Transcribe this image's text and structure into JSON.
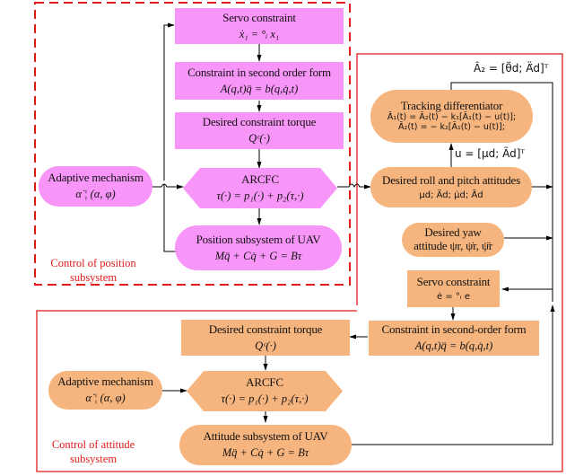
{
  "colors": {
    "position_fill": "#f895f8",
    "attitude_fill": "#f6b57e",
    "boundary_red": "#e21b1b",
    "line": "#000000"
  },
  "position_subsystem": {
    "group_label_line1": "Control of position",
    "group_label_line2": "subsystem",
    "servo_constraint": {
      "title": "Servo constraint",
      "formula": "ẋ₁ = °ᵢ x₁"
    },
    "second_order": {
      "title": "Constraint in second order form",
      "formula": "A(q,t)q̈ = b(q,q̇,t)"
    },
    "desired_torque": {
      "title": "Desired constraint torque",
      "formula": "Qᶜ(·)"
    },
    "arcfc": {
      "title": "ARCFC",
      "formula": "τ(·) = p₁(·) + p₂(τ,·)"
    },
    "plant": {
      "title": "Position subsystem of UAV",
      "formula": "Mq̈ + Cq̇ + G = Bτ"
    },
    "adaptive": {
      "title": "Adaptive mechanism",
      "formula": "α̇ ¦ (α, φ)"
    }
  },
  "middle_column": {
    "tracking_differentiator": {
      "title": "Tracking differentiator",
      "line1": "Ā̇₁(t) = Ā₂(t) − k₁[Ā₁(t) − u(t)];",
      "line2": "Ā̇₂(t) = − k₂[Ā₁(t) − u(t)];"
    },
    "output_label": "Â₂ = [θ̈d; Ä̈d]ᵀ",
    "input_label": "u = [μd; Ãd]ᵀ",
    "desired_roll_pitch": {
      "title": "Desired roll and pitch attitudes",
      "formula": "μd; Ãd; μ̇d; Ã̇d"
    },
    "desired_yaw": {
      "title_line1": "Desired yaw",
      "title_line2": "attitude ψr, ψ̇r, ψ̈r"
    }
  },
  "attitude_subsystem": {
    "group_label_line1": "Control of attitude",
    "group_label_line2": "subsystem",
    "servo_constraint": {
      "title": "Servo constraint",
      "formula": "ė = °ᵢ e"
    },
    "second_order": {
      "title": "Constraint in second-order form",
      "formula": "A(q,t)q̈ = b(q,q̇,t)"
    },
    "desired_torque": {
      "title": "Desired constraint torque",
      "formula": "Qᶜ(·)"
    },
    "arcfc": {
      "title": "ARCFC",
      "formula": "τ(·) = p₁(·) + p₂(τ,·)"
    },
    "plant": {
      "title": "Attitude subsystem of UAV",
      "formula": "Mq̈ + Cq̇ + G = Bτ"
    },
    "adaptive": {
      "title": "Adaptive mechanism",
      "formula": "α̇ ¦ (α, φ)"
    }
  }
}
